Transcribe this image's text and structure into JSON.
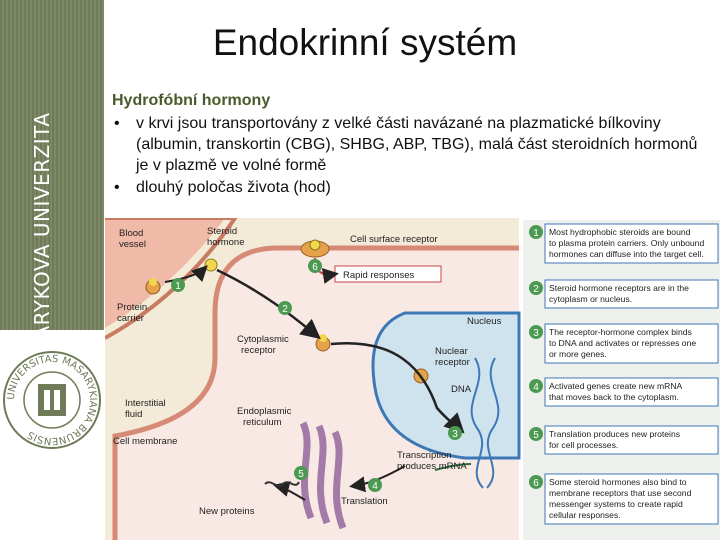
{
  "sidebar": {
    "university": "MASARYKOVA UNIVERZITA",
    "seal_text": "UNIVERSITAS MASARYKIANA BRUNENSIS"
  },
  "slide": {
    "title": "Endokrinní systém",
    "heading": "Hydrofóbní hormony",
    "bullet_symbol": "•",
    "bullets": [
      "v krvi jsou transportovány z velké části navázané na plazmatické bílkoviny (albumin, transkortin (CBG), SHBG, ABP, TBG), malá část steroidních hormonů je v plazmě ve volné formě",
      "dlouhý poločas života (hod)"
    ]
  },
  "figure": {
    "labels": {
      "blood_vessel_1": "Blood",
      "blood_vessel_2": "vessel",
      "steroid_1": "Steroid",
      "steroid_2": "hormone",
      "cell_surface": "Cell surface receptor",
      "rapid": "Rapid responses",
      "protein_1": "Protein",
      "protein_2": "carrier",
      "nucleus": "Nucleus",
      "cyto_1": "Cytoplasmic",
      "cyto_2": "receptor",
      "nuclear_1": "Nuclear",
      "nuclear_2": "receptor",
      "dna": "DNA",
      "interstitial_1": "Interstitial",
      "interstitial_2": "fluid",
      "er_1": "Endoplasmic",
      "er_2": "reticulum",
      "membrane": "Cell membrane",
      "transcription_1": "Transcription",
      "transcription_2": "produces mRNA",
      "translation": "Translation",
      "new_proteins": "New proteins"
    },
    "steps": [
      {
        "num": "1",
        "lines": [
          "Most hydrophobic steroids are bound",
          "to plasma protein carriers. Only unbound",
          "hormones can diffuse into the target cell."
        ]
      },
      {
        "num": "2",
        "lines": [
          "Steroid hormone receptors are in the",
          "cytoplasm or nucleus."
        ]
      },
      {
        "num": "3",
        "lines": [
          "The receptor-hormone complex binds",
          "to DNA and activates or represses one",
          "or more genes."
        ]
      },
      {
        "num": "4",
        "lines": [
          "Activated genes create new mRNA",
          "that moves back to the cytoplasm."
        ]
      },
      {
        "num": "5",
        "lines": [
          "Translation produces new proteins",
          "for cell processes."
        ]
      },
      {
        "num": "6",
        "lines": [
          "Some steroid hormones also bind to",
          "membrane receptors that use second",
          "messenger systems to create rapid",
          "cellular responses."
        ]
      }
    ]
  }
}
